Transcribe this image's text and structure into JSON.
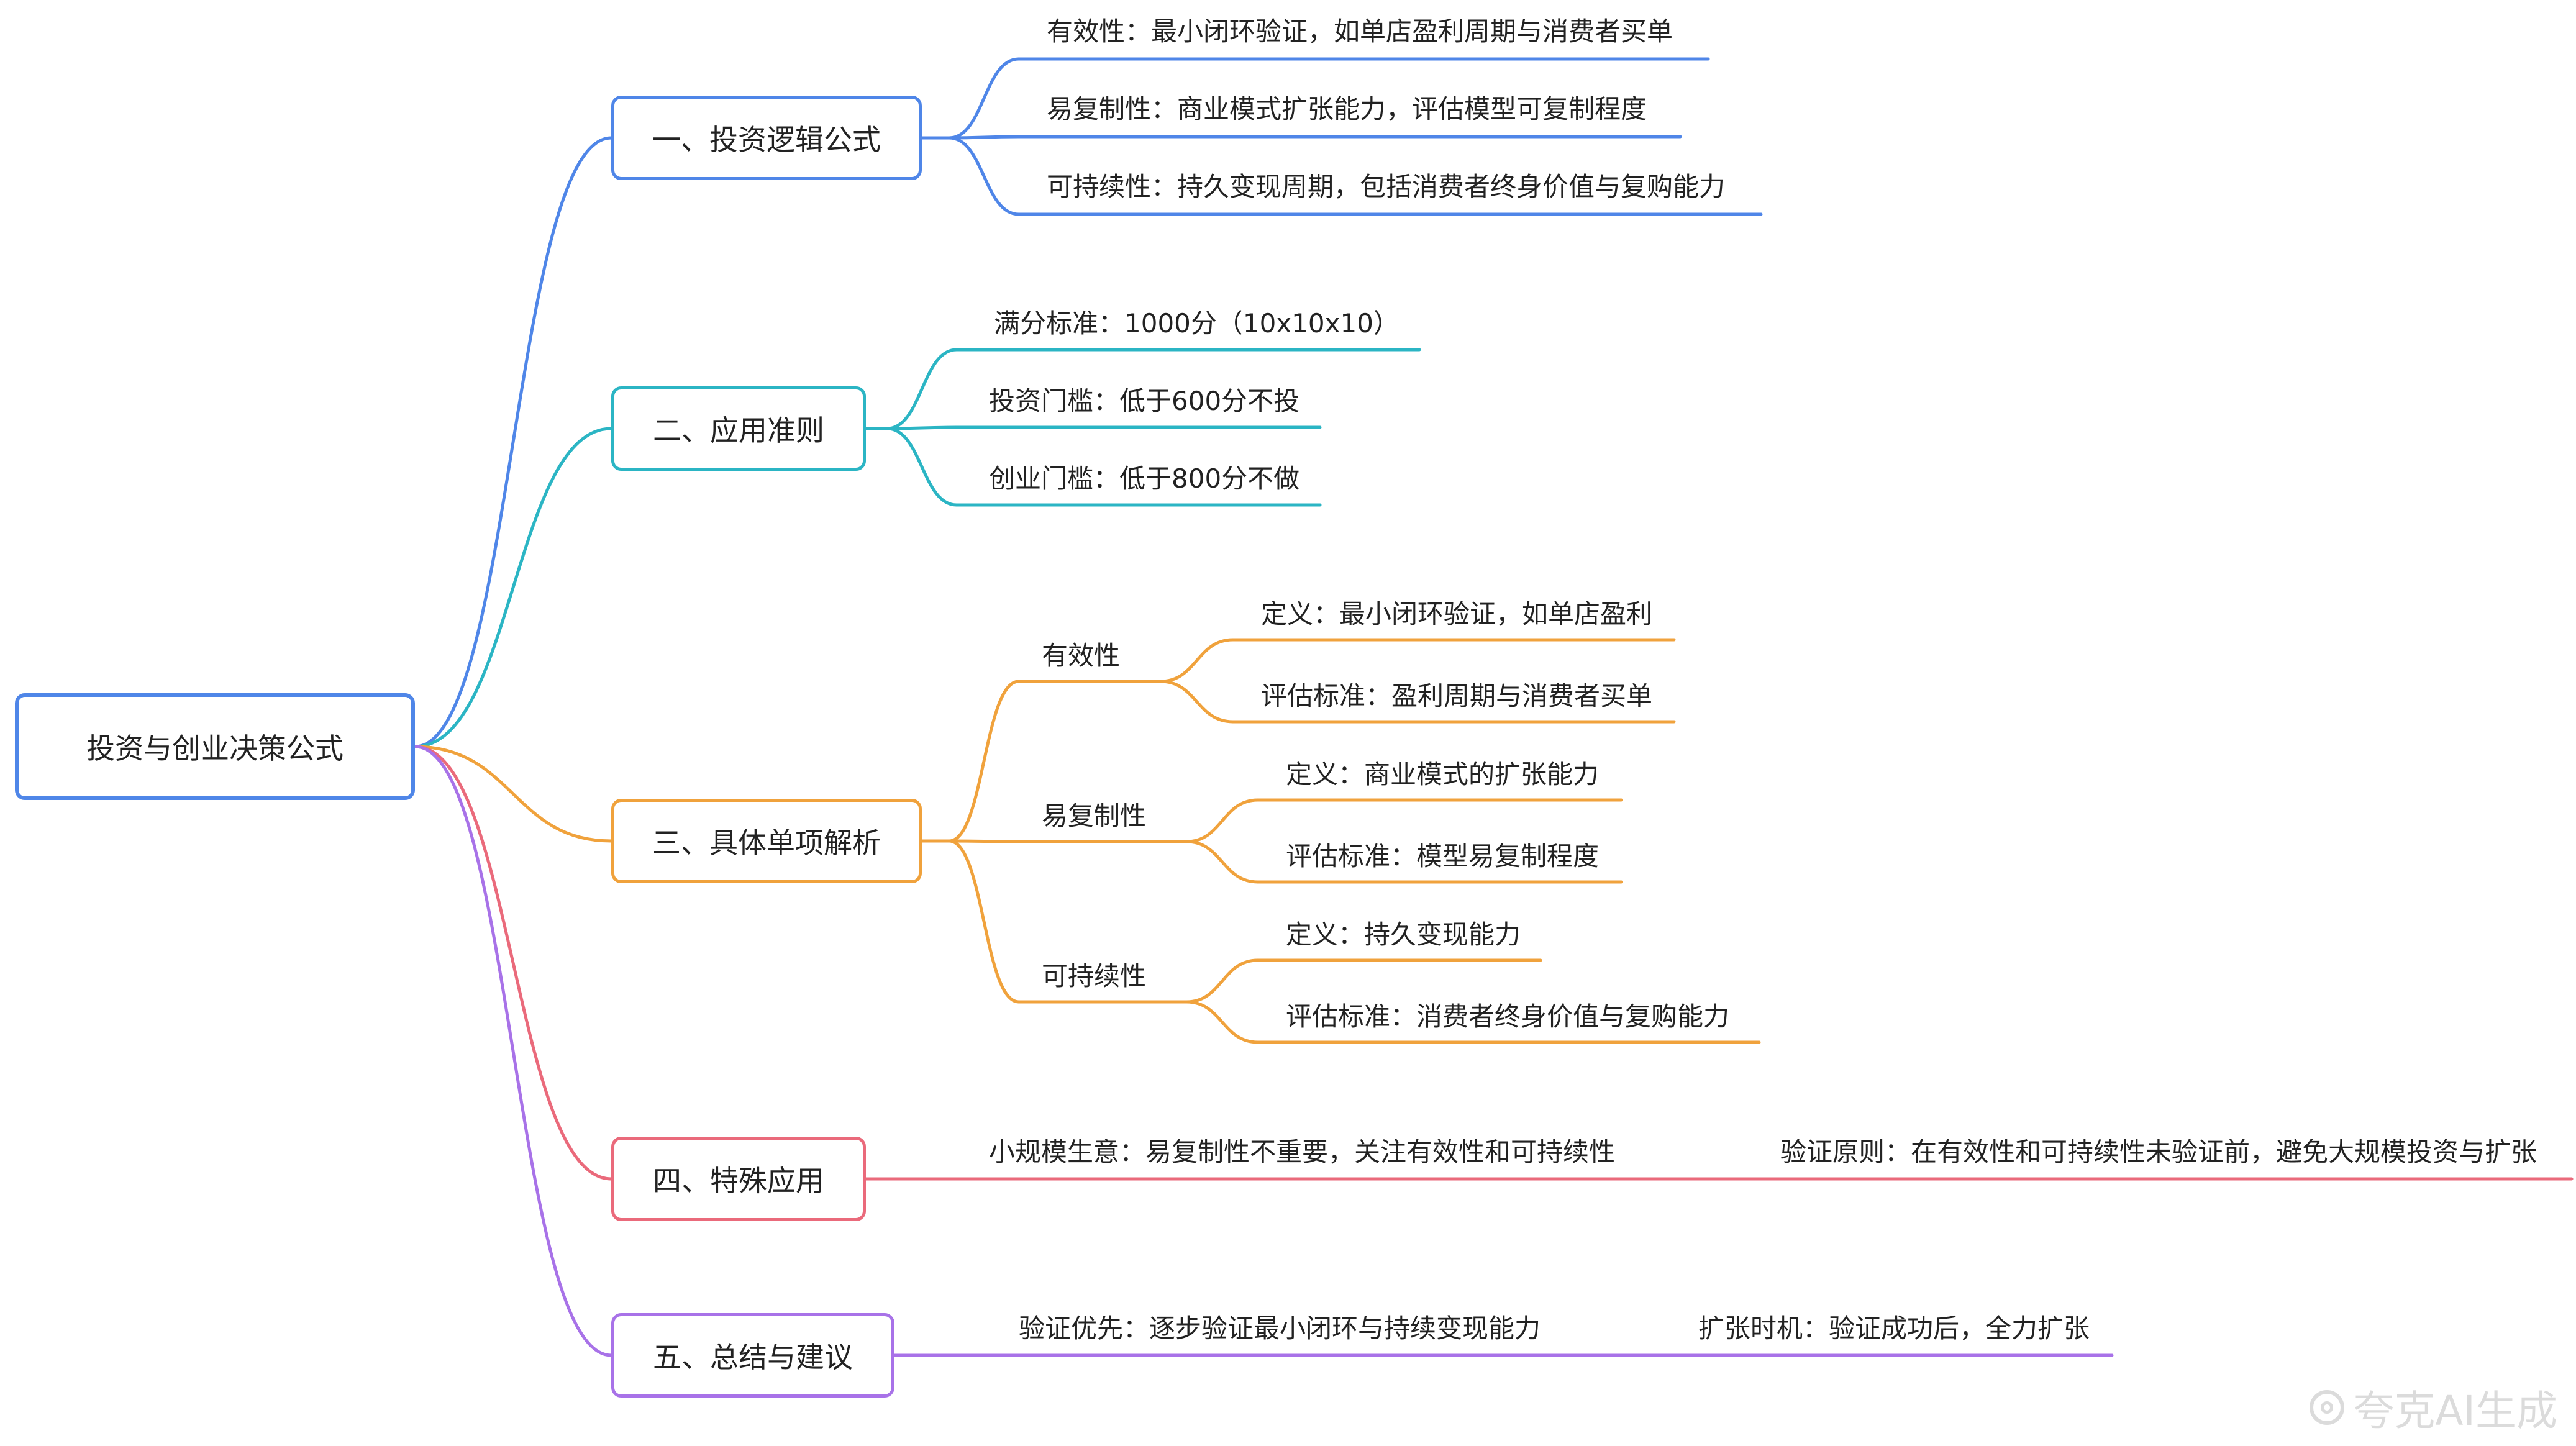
{
  "root": {
    "label": "投资与创业决策公式"
  },
  "branches": [
    {
      "label": "一、投资逻辑公式",
      "color": "#4f86e8",
      "children": [
        {
          "label": "有效性：最小闭环验证，如单店盈利周期与消费者买单"
        },
        {
          "label": "易复制性：商业模式扩张能力，评估模型可复制程度"
        },
        {
          "label": "可持续性：持久变现周期，包括消费者终身价值与复购能力"
        }
      ]
    },
    {
      "label": "二、应用准则",
      "color": "#2bb5c4",
      "children": [
        {
          "label": "满分标准：1000分（10x10x10）"
        },
        {
          "label": "投资门槛：低于600分不投"
        },
        {
          "label": "创业门槛：低于800分不做"
        }
      ]
    },
    {
      "label": "三、具体单项解析",
      "color": "#f0a23c",
      "children": [
        {
          "label": "有效性",
          "children": [
            {
              "label": "定义：最小闭环验证，如单店盈利"
            },
            {
              "label": "评估标准：盈利周期与消费者买单"
            }
          ]
        },
        {
          "label": "易复制性",
          "children": [
            {
              "label": "定义：商业模式的扩张能力"
            },
            {
              "label": "评估标准：模型易复制程度"
            }
          ]
        },
        {
          "label": "可持续性",
          "children": [
            {
              "label": "定义：持久变现能力"
            },
            {
              "label": "评估标准：消费者终身价值与复购能力"
            }
          ]
        }
      ]
    },
    {
      "label": "四、特殊应用",
      "color": "#ea6a7b",
      "children": [
        {
          "label": "小规模生意：易复制性不重要，关注有效性和可持续性"
        },
        {
          "label": "验证原则：在有效性和可持续性未验证前，避免大规模投资与扩张"
        }
      ]
    },
    {
      "label": "五、总结与建议",
      "color": "#a872e8",
      "children": [
        {
          "label": "验证优先：逐步验证最小闭环与持续变现能力"
        },
        {
          "label": "扩张时机：验证成功后，全力扩张"
        }
      ]
    }
  ],
  "watermark": {
    "text": "夸克AI生成"
  },
  "colors": {
    "root": "#4f86e8"
  }
}
